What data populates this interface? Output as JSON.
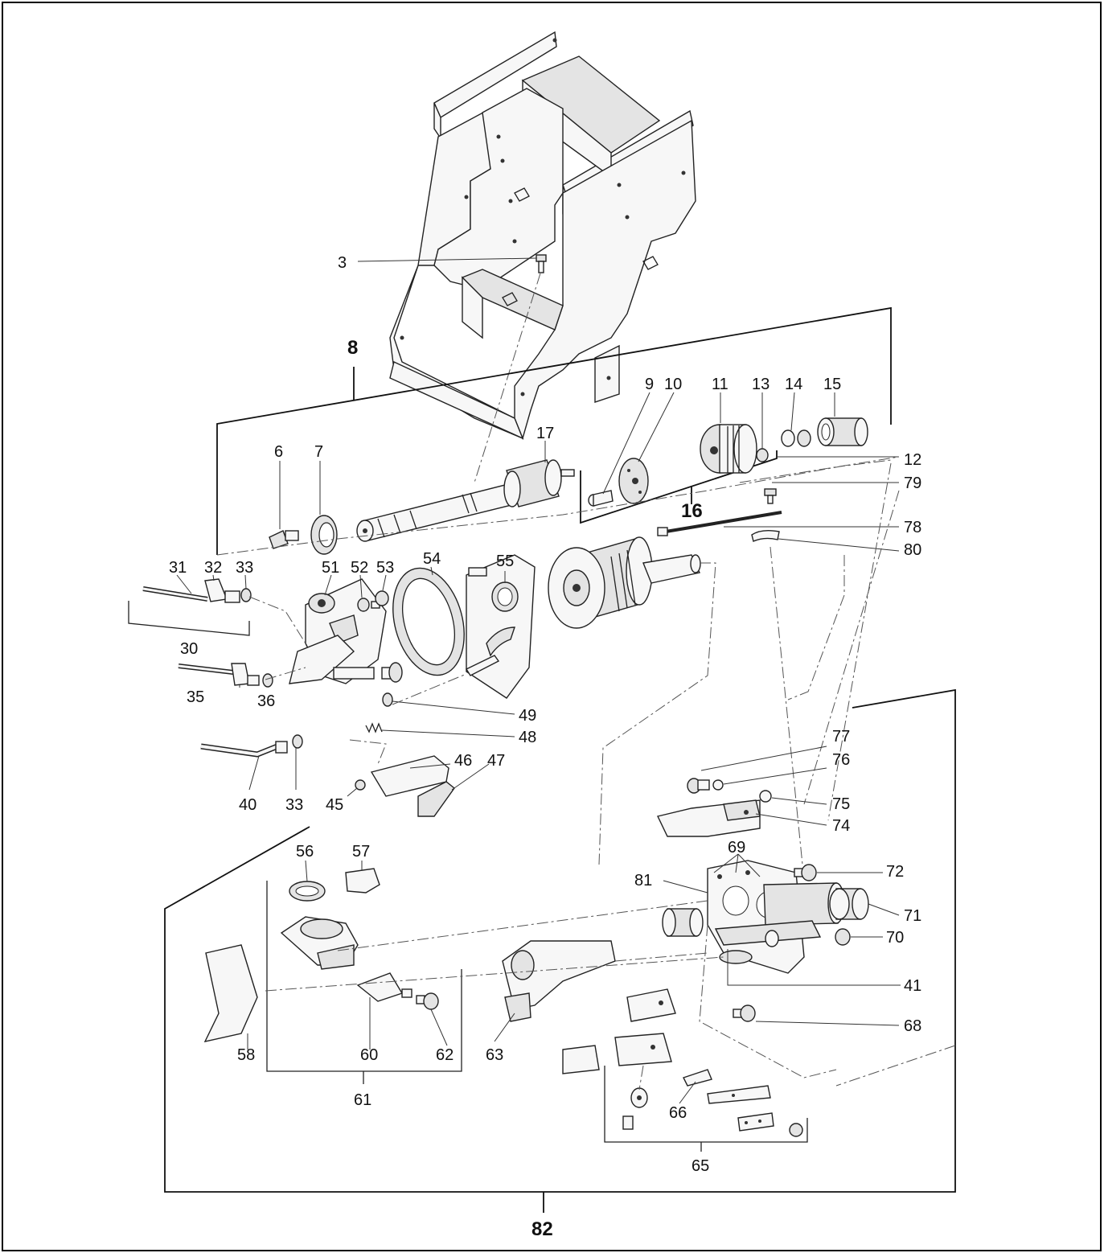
{
  "diagram": {
    "labels": {
      "p3": "3",
      "p6": "6",
      "p7": "7",
      "p8": "8",
      "p9": "9",
      "p10": "10",
      "p11": "11",
      "p12": "12",
      "p13": "13",
      "p14": "14",
      "p15": "15",
      "p16": "16",
      "p17": "17",
      "p30": "30",
      "p31": "31",
      "p32": "32",
      "p33a": "33",
      "p33b": "33",
      "p35": "35",
      "p36": "36",
      "p40": "40",
      "p41": "41",
      "p45": "45",
      "p46": "46",
      "p47": "47",
      "p48": "48",
      "p49": "49",
      "p51": "51",
      "p52": "52",
      "p53": "53",
      "p54": "54",
      "p55": "55",
      "p56": "56",
      "p57": "57",
      "p58": "58",
      "p60": "60",
      "p61": "61",
      "p62": "62",
      "p63": "63",
      "p65": "65",
      "p66": "66",
      "p68": "68",
      "p69": "69",
      "p70": "70",
      "p71": "71",
      "p72": "72",
      "p74": "74",
      "p75": "75",
      "p76": "76",
      "p77": "77",
      "p78": "78",
      "p79": "79",
      "p80": "80",
      "p81": "81",
      "p82": "82"
    }
  }
}
